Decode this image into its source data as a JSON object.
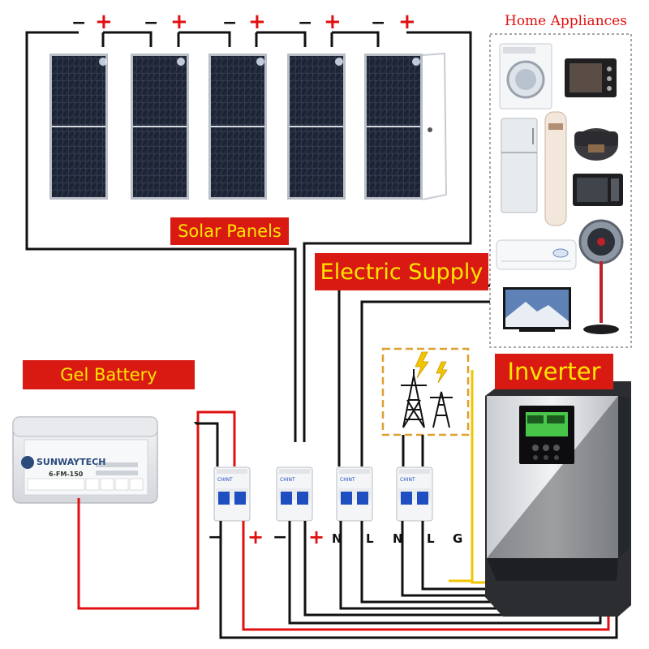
{
  "labels": {
    "solar_panels": "Solar Panels",
    "electric_supply": "Electric Supply",
    "gel_battery": "Gel Battery",
    "inverter": "Inverter",
    "home_appliances": "Home Appliances"
  },
  "panel_polarity": {
    "minus": "−",
    "plus": "+"
  },
  "terminals": [
    "−",
    "+",
    "−",
    "+",
    "N",
    "L",
    "N",
    "L",
    "G"
  ],
  "battery": {
    "brand": "SUNWAYTECH",
    "model": "6-FM-150"
  },
  "breaker_brand": "CHINT",
  "colors": {
    "label_bg": "#d91a12",
    "label_text": "#ffe600",
    "wire_black": "#111111",
    "wire_red": "#e01010",
    "wire_yellow": "#f2c500",
    "grid_box_border": "#e0a030"
  },
  "icons": [
    "solar-panel-icon",
    "battery-icon",
    "breaker-icon",
    "power-tower-icon",
    "lightning-icon",
    "inverter-icon",
    "appliance-icon"
  ]
}
